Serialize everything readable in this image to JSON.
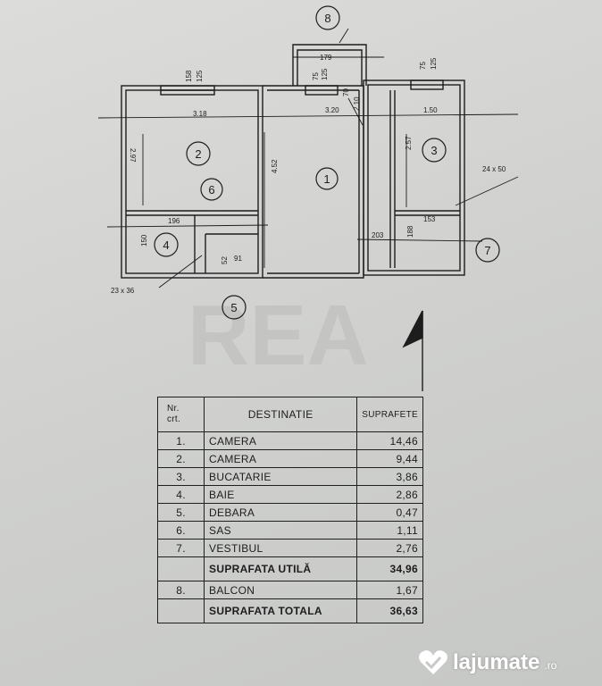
{
  "plan": {
    "room_numbers": [
      "1",
      "2",
      "3",
      "4",
      "5",
      "6",
      "7",
      "8"
    ],
    "dimensions": [
      "179",
      "158",
      "125",
      "75",
      "125",
      "75",
      "125",
      "70",
      "3.20",
      "2.10",
      "1.50",
      "3.18",
      "2.97",
      "4.52",
      "2.57",
      "24 x 50",
      "196",
      "150",
      "153",
      "203",
      "188",
      "23 x 36",
      "52",
      "91"
    ]
  },
  "table": {
    "header": {
      "nr": "Nr.",
      "crt": "crt.",
      "destination": "DESTINATIE",
      "area": "SUPRAFETE"
    },
    "rows": [
      {
        "nr": "1.",
        "name": "CAMERA",
        "area": "14,46"
      },
      {
        "nr": "2.",
        "name": "CAMERA",
        "area": "9,44"
      },
      {
        "nr": "3.",
        "name": "BUCATARIE",
        "area": "3,86"
      },
      {
        "nr": "4.",
        "name": "BAIE",
        "area": "2,86"
      },
      {
        "nr": "5.",
        "name": "DEBARA",
        "area": "0,47"
      },
      {
        "nr": "6.",
        "name": "SAS",
        "area": "1,11"
      },
      {
        "nr": "7.",
        "name": "VESTIBUL",
        "area": "2,76"
      }
    ],
    "useful": {
      "label": "SUPRAFATA UTILĂ",
      "area": "34,96"
    },
    "balcony": {
      "nr": "8.",
      "name": "BALCON",
      "area": "1,67"
    },
    "total": {
      "label": "SUPRAFATA TOTALA",
      "area": "36,63"
    }
  },
  "watermark": {
    "brand": "lajumate",
    "tld": ".ro"
  }
}
